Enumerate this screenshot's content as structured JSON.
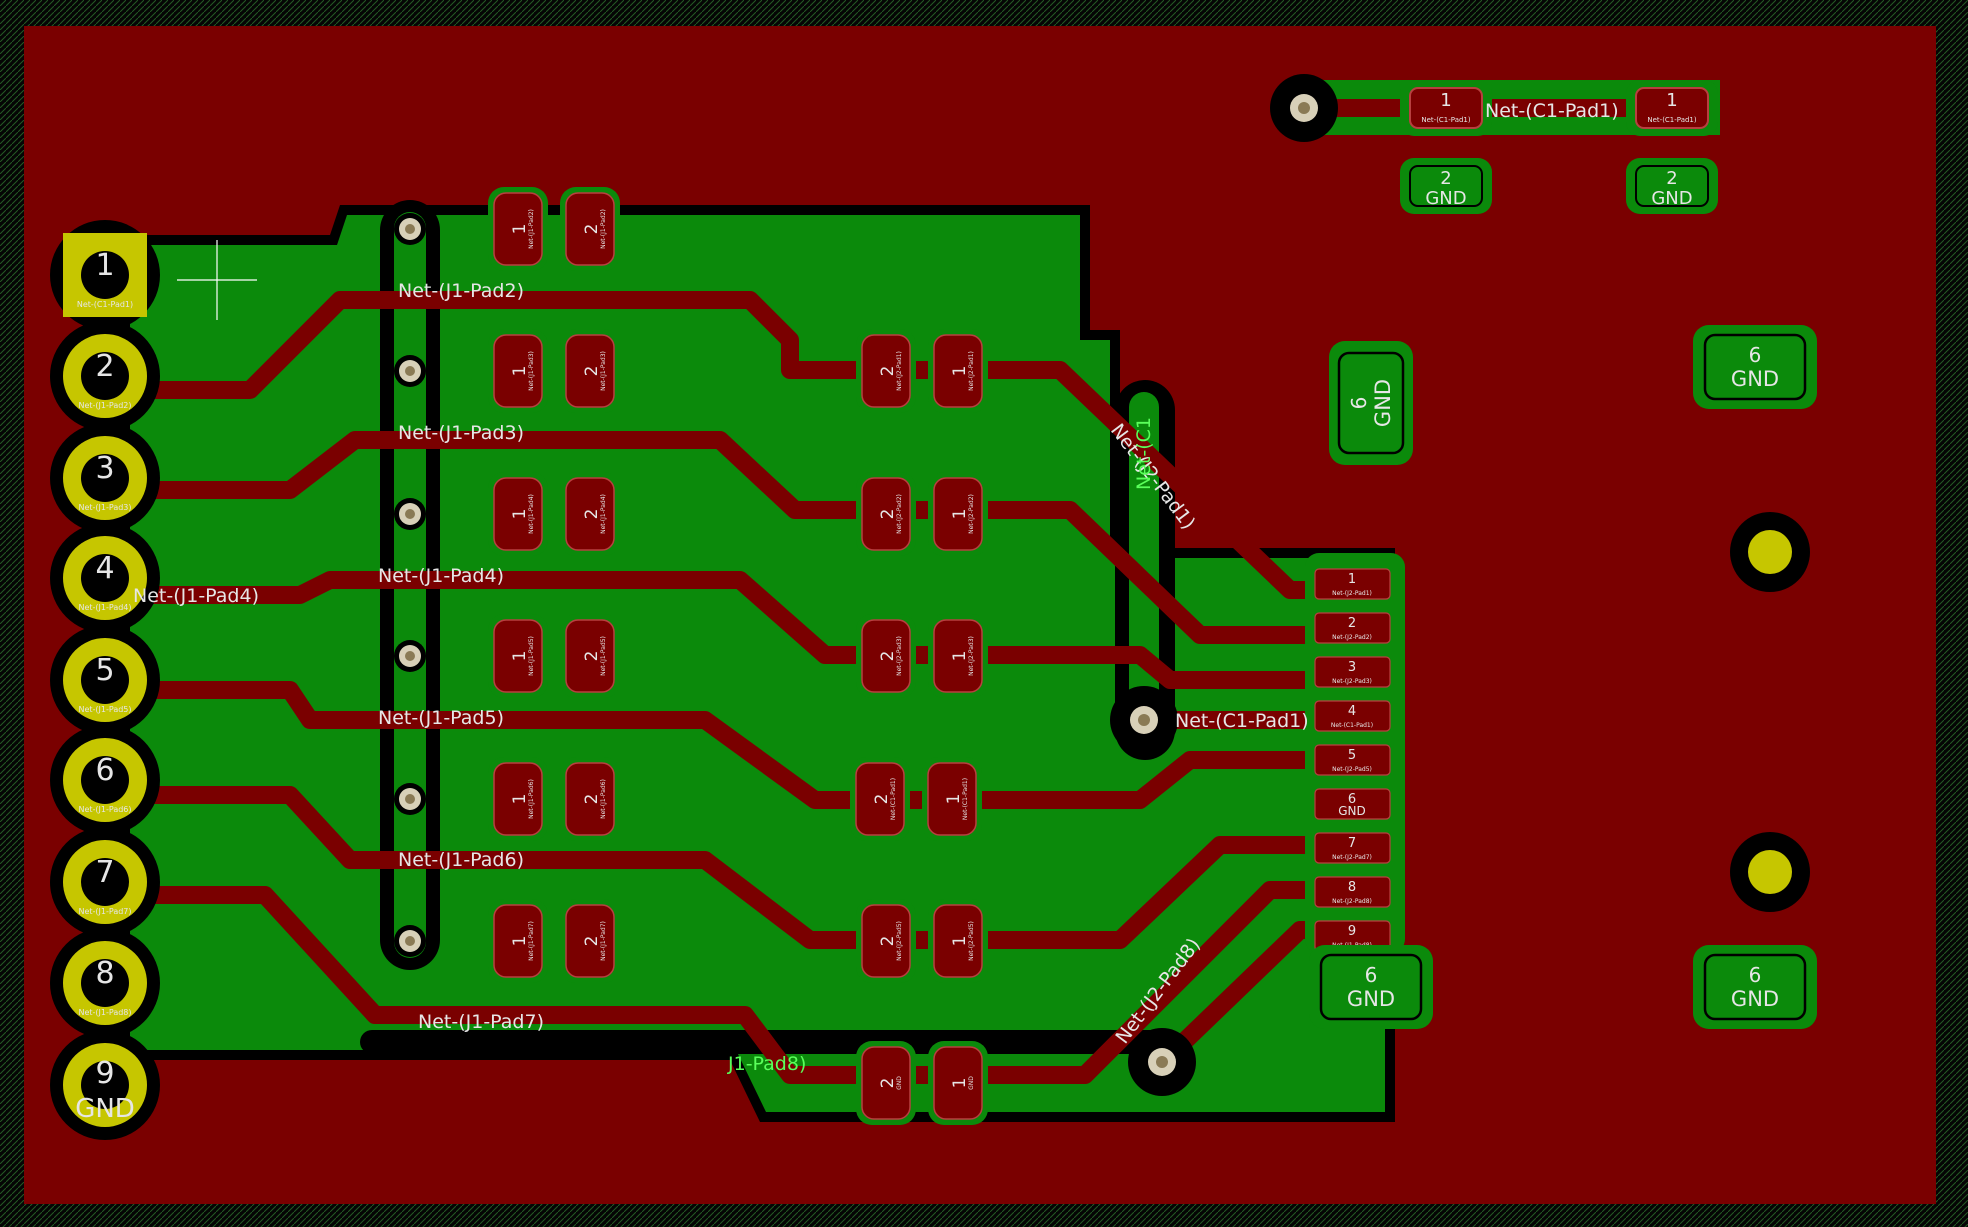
{
  "colors": {
    "board_bg": "#7a0000",
    "copper_fill": "#0b8a0b",
    "track": "#7a0000",
    "clearance": "#000000",
    "pad_fill": "#c6c600",
    "pad_hole": "#000000",
    "via_fill": "#c8b68a",
    "silk": "#e6e6e6",
    "green_text": "#5aff5a",
    "edge": "#2a6b2a"
  },
  "connector_j1": {
    "pins": [
      {
        "num": "1",
        "net": "Net-(C1-Pad1)"
      },
      {
        "num": "2",
        "net": "Net-(J1-Pad2)"
      },
      {
        "num": "3",
        "net": "Net-(J1-Pad3)"
      },
      {
        "num": "4",
        "net": "Net-(J1-Pad4)"
      },
      {
        "num": "5",
        "net": "Net-(J1-Pad5)"
      },
      {
        "num": "6",
        "net": "Net-(J1-Pad6)"
      },
      {
        "num": "7",
        "net": "Net-(J1-Pad7)"
      },
      {
        "num": "8",
        "net": "Net-(J1-Pad8)"
      },
      {
        "num": "9",
        "net": "GND"
      }
    ]
  },
  "net_labels": {
    "c1_pad1_top": "Net-(C1-Pad1)",
    "j1_pad2": "Net-(J1-Pad2)",
    "j1_pad3": "Net-(J1-Pad3)",
    "j1_pad4": "Net-(J1-Pad4)",
    "j1_pad4_left": "Net-(J1-Pad4)",
    "j1_pad5": "Net-(J1-Pad5)",
    "j1_pad6": "Net-(J1-Pad6)",
    "j1_pad7": "Net-(J1-Pad7)",
    "j1_pad8_partial": "J1-Pad8)",
    "j2_pad1": "Net-(J2-Pad1)",
    "j2_pad8": "Net-(J2-Pad8)",
    "c1_pad1_mid": "Net-(C1-Pad1)",
    "c1_vertical": "Net-(C1"
  },
  "resistor_pads": {
    "pad1": "1",
    "pad2": "2"
  },
  "connector_j2": {
    "pins": [
      {
        "num": "1",
        "net": "Net-(J2-Pad1)"
      },
      {
        "num": "2",
        "net": "Net-(J2-Pad2)"
      },
      {
        "num": "3",
        "net": "Net-(J2-Pad3)"
      },
      {
        "num": "4",
        "net": "Net-(C1-Pad1)"
      },
      {
        "num": "5",
        "net": "Net-(J2-Pad5)"
      },
      {
        "num": "6",
        "net": "GND"
      },
      {
        "num": "7",
        "net": "Net-(J2-Pad7)"
      },
      {
        "num": "8",
        "net": "Net-(J2-Pad8)"
      },
      {
        "num": "9",
        "net": "Net-(J1-Pad8)"
      }
    ]
  },
  "capacitors": {
    "pad1_num": "1",
    "pad1_net": "Net-(C1-Pad1)",
    "pad2_num": "2",
    "pad2_net": "GND"
  },
  "mounting_pads": {
    "num": "6",
    "net": "GND"
  }
}
